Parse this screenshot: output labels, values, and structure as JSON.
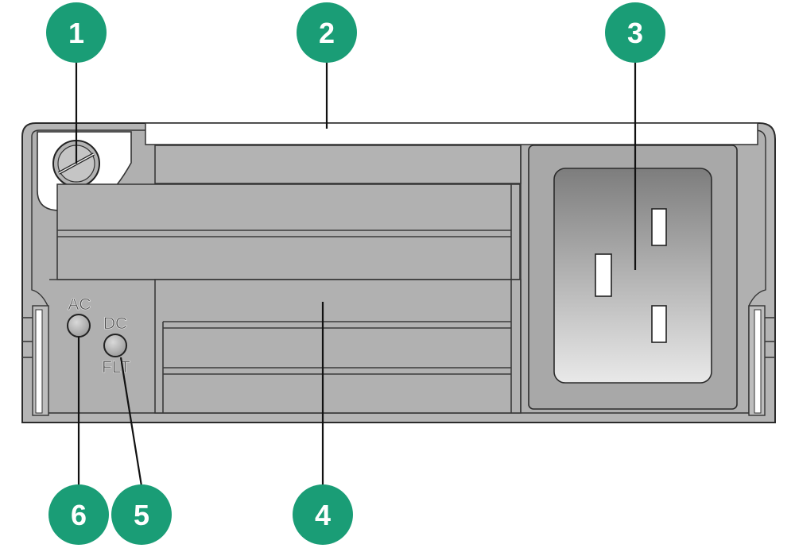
{
  "callouts": [
    {
      "id": "1",
      "label": "1"
    },
    {
      "id": "2",
      "label": "2"
    },
    {
      "id": "3",
      "label": "3"
    },
    {
      "id": "4",
      "label": "4"
    },
    {
      "id": "5",
      "label": "5"
    },
    {
      "id": "6",
      "label": "6"
    }
  ],
  "leds": {
    "ac_label": "AC",
    "dc_label": "DC",
    "flt_label": "FLT"
  },
  "colors": {
    "callout": "#1a9d76",
    "panel": "#b5b5b5",
    "led": "#b8b8b8"
  }
}
